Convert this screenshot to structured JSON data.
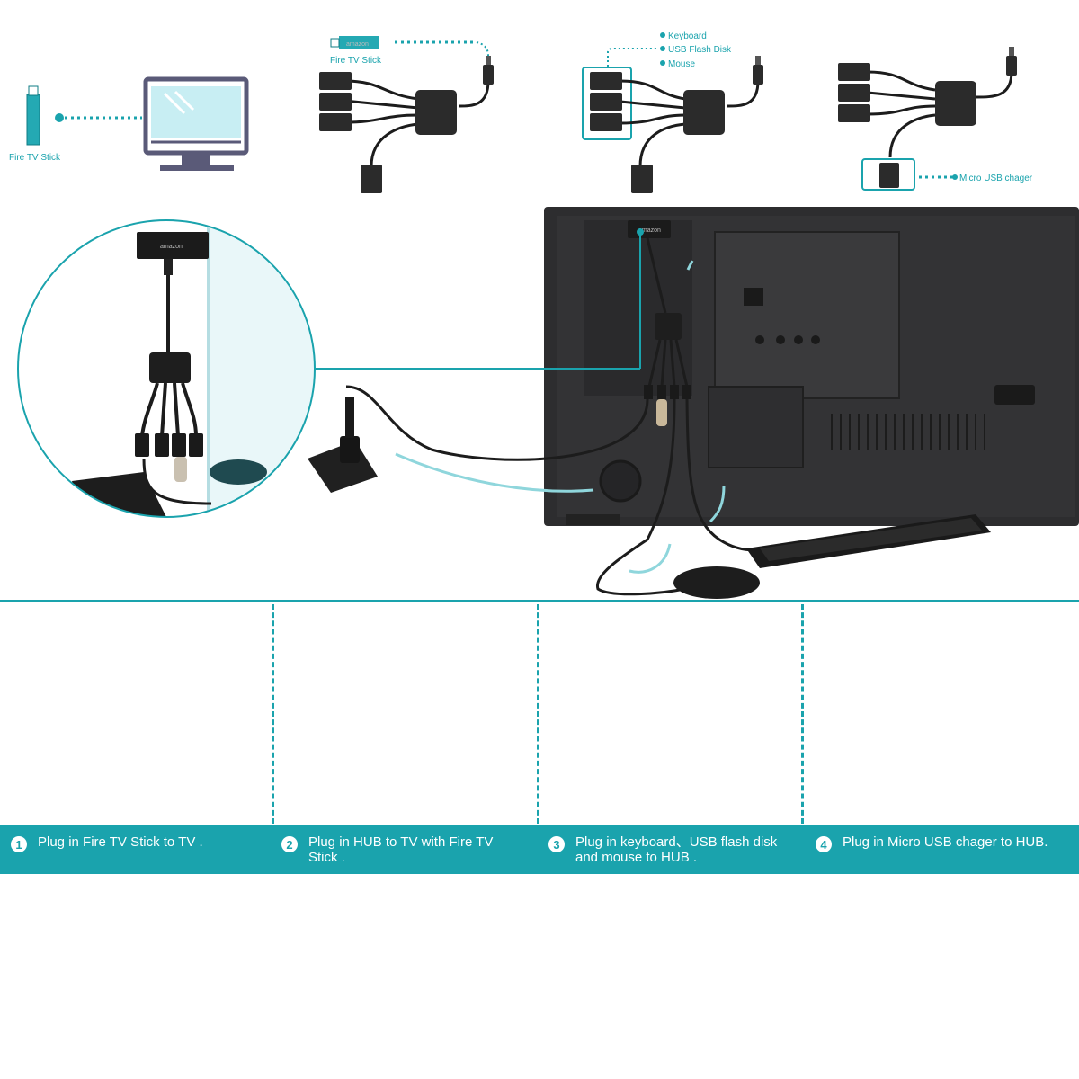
{
  "hero": {
    "brand_text": "amazon"
  },
  "panels": {
    "p1": {
      "stick_label": "Fire TV Stick"
    },
    "p2": {
      "stick_label": "Fire TV Stick",
      "stick_brand": "amazon"
    },
    "p3": {
      "legend": [
        "Keyboard",
        "USB Flash Disk",
        "Mouse"
      ]
    },
    "p4": {
      "charger_label": "Micro USB chager"
    }
  },
  "steps": [
    {
      "number": "1",
      "text": "Plug in Fire TV Stick to TV ."
    },
    {
      "number": "2",
      "text": "Plug in HUB to TV with Fire TV Stick ."
    },
    {
      "number": "3",
      "text": "Plug in keyboard、USB flash disk and mouse to HUB ."
    },
    {
      "number": "4",
      "text": "Plug in Micro USB chager to HUB."
    }
  ],
  "colors": {
    "accent": "#1aa3ad",
    "device": "#2b2b2b",
    "monitor_outline": "#5a5a78",
    "screen_fill": "#c8eef3"
  }
}
